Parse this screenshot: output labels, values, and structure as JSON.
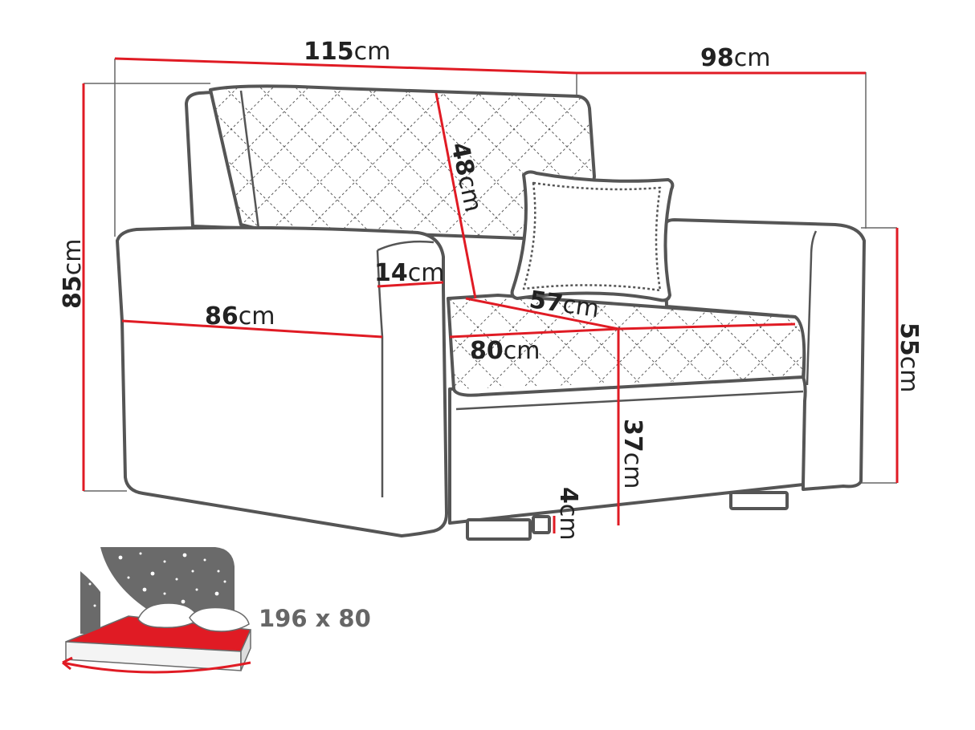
{
  "colors": {
    "dimension_line": "#e01b24",
    "outline": "#555555",
    "bed_mattress": "#e01b24",
    "night_sky": "#6a6a6a"
  },
  "dimensions": {
    "width_total": {
      "value": "115",
      "unit": "cm"
    },
    "depth_total": {
      "value": "98",
      "unit": "cm"
    },
    "height_total": {
      "value": "85",
      "unit": "cm"
    },
    "armrest_height": {
      "value": "55",
      "unit": "cm"
    },
    "backrest_height": {
      "value": "48",
      "unit": "cm"
    },
    "armrest_width": {
      "value": "14",
      "unit": "cm"
    },
    "armrest_depth": {
      "value": "86",
      "unit": "cm"
    },
    "seat_depth": {
      "value": "57",
      "unit": "cm"
    },
    "seat_width": {
      "value": "80",
      "unit": "cm"
    },
    "seat_height": {
      "value": "37",
      "unit": "cm"
    },
    "leg_height": {
      "value": "4",
      "unit": "cm"
    }
  },
  "sleeping_area": {
    "label": "196 x 80",
    "icon": "bed-night-icon"
  }
}
